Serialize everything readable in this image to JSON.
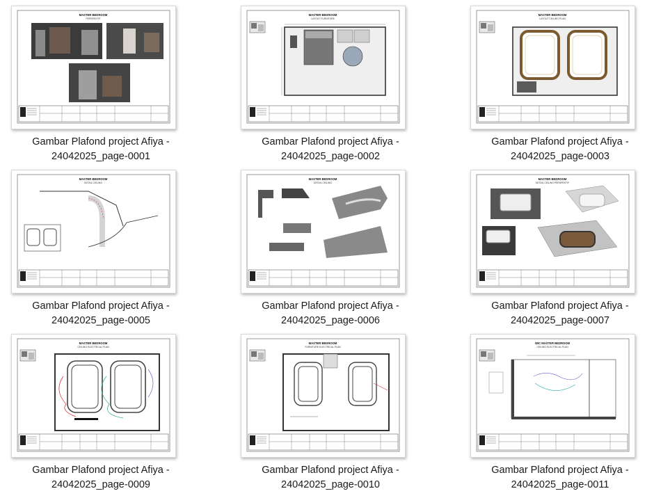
{
  "thumbnails": [
    {
      "line1": "Gambar Plafond project Afiya -",
      "line2": "24042025_page-0001",
      "sheet_title": "MASTER BEDROOM",
      "sheet_subtitle": "PERSPEKTIF",
      "drawing": "perspective"
    },
    {
      "line1": "Gambar Plafond project Afiya -",
      "line2": "24042025_page-0002",
      "sheet_title": "MASTER BEDROOM",
      "sheet_subtitle": "LAYOUT FURNITURE",
      "drawing": "furniture"
    },
    {
      "line1": "Gambar Plafond project Afiya -",
      "line2": "24042025_page-0003",
      "sheet_title": "MASTER BEDROOM",
      "sheet_subtitle": "LAYOUT CEILING PLAN",
      "drawing": "ceiling"
    },
    {
      "line1": "Gambar Plafond project Afiya -",
      "line2": "24042025_page-0005",
      "sheet_title": "MASTER BEDROOM",
      "sheet_subtitle": "DETAIL CEILING",
      "drawing": "detail"
    },
    {
      "line1": "Gambar Plafond project Afiya -",
      "line2": "24042025_page-0006",
      "sheet_title": "MASTER BEDROOM",
      "sheet_subtitle": "DETAIL CEILING",
      "drawing": "section"
    },
    {
      "line1": "Gambar Plafond project Afiya -",
      "line2": "24042025_page-0007",
      "sheet_title": "MASTER BEDROOM",
      "sheet_subtitle": "DETAIL CEILING PERSPEKTIF",
      "drawing": "ceilperspective"
    },
    {
      "line1": "Gambar Plafond project Afiya -",
      "line2": "24042025_page-0009",
      "sheet_title": "MASTER BEDROOM",
      "sheet_subtitle": "CEILING ELECTRICAL PLAN",
      "drawing": "electrical"
    },
    {
      "line1": "Gambar Plafond project Afiya -",
      "line2": "24042025_page-0010",
      "sheet_title": "MASTER BEDROOM",
      "sheet_subtitle": "FURNITURE ELECTRICAL PLAN",
      "drawing": "furnelectrical"
    },
    {
      "line1": "Gambar Plafond project Afiya -",
      "line2": "24042025_page-0011",
      "sheet_title": "WIC MASTER BEDROOM",
      "sheet_subtitle": "CEILING ELECTRICAL PLAN",
      "drawing": "wic"
    }
  ]
}
